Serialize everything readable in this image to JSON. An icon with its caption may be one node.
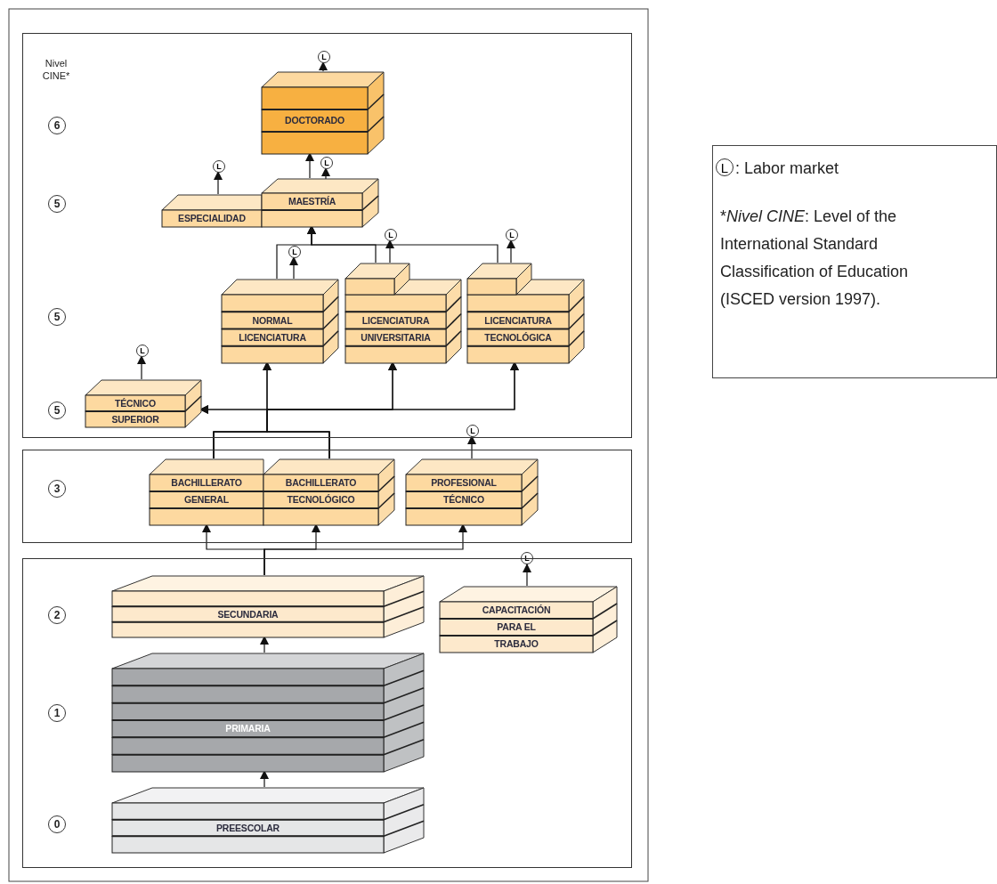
{
  "diagram": {
    "nodes": [
      {
        "text": [],
        "shape": "box"
      },
      {
        "text": [
          "6"
        ],
        "in": 0
      },
      {
        "text": [
          "5"
        ],
        "in": 0
      },
      {
        "text": [
          "5"
        ],
        "in": 0
      },
      {
        "text": [
          "5"
        ],
        "in": 0
      },
      {
        "text": [
          "L"
        ],
        "in": 0
      },
      {
        "text": [
          "DOCTORADO"
        ],
        "in": 0
      },
      {
        "text": [
          "L"
        ],
        "in": 0
      },
      {
        "text": [
          "L"
        ],
        "in": 0
      },
      {
        "text": [
          "ESPECIALIDAD"
        ],
        "in": 0
      },
      {
        "text": [
          "MAESTRÍA"
        ],
        "in": 0
      },
      {
        "text": [
          "L"
        ],
        "in": 0
      },
      {
        "text": [
          "L"
        ],
        "in": 0
      },
      {
        "text": [
          "L"
        ],
        "in": 0
      },
      {
        "text": [
          "NORMAL",
          "LICENCIATURA"
        ],
        "in": 0
      },
      {
        "text": [
          "LICENCIATURA",
          "UNIVERSITARIA"
        ],
        "in": 0
      },
      {
        "text": [
          "LICENCIATURA",
          "TECNOLÓGICA"
        ],
        "in": 0
      },
      {
        "text": [
          "L"
        ],
        "in": 0
      },
      {
        "text": [
          "TÉCNICO",
          "SUPERIOR"
        ],
        "in": 0
      },
      {
        "text": [
          "L"
        ],
        "in": 0
      },
      {
        "text": [],
        "shape": "box"
      },
      {
        "text": [
          "3"
        ],
        "in": 20
      },
      {
        "text": [
          "BACHILLERATO",
          "GENERAL"
        ],
        "in": 20
      },
      {
        "text": [
          "BACHILLERATO",
          "TECNOLÓGICO"
        ],
        "in": 20
      },
      {
        "text": [
          "PROFESIONAL",
          "TÉCNICO"
        ],
        "in": 20
      },
      {
        "text": [
          "L"
        ]
      },
      {
        "text": [],
        "shape": "box"
      },
      {
        "text": [
          "2"
        ],
        "in": 26
      },
      {
        "text": [
          "SECUNDARIA"
        ],
        "in": 26
      },
      {
        "text": [
          "CAPACITACIÓN",
          "PARA EL",
          "TRABAJO"
        ],
        "in": 26
      },
      {
        "text": [
          "1"
        ],
        "in": 26
      },
      {
        "text": [
          "PRIMARIA"
        ],
        "in": 26
      },
      {
        "text": [
          "0"
        ],
        "in": 26
      },
      {
        "text": [
          "PREESCOLAR"
        ],
        "in": 26
      },
      {
        "text": [
          ": Labor market",
          "*",
          "*Nivel CINE*: Level of the International Standard Classification of Education (ISCED version 1997)."
        ]
      },
      {
        "text": [
          "L"
        ],
        "in": 34
      }
    ],
    "edges": [
      {
        "from": 6,
        "to": 5,
        "arrow": "to"
      },
      {
        "from": 10,
        "to": 6,
        "arrow": "to"
      },
      {
        "from": 10,
        "to": 8,
        "arrow": "to"
      },
      {
        "from": 9,
        "to": 7,
        "arrow": "to"
      },
      {
        "from": 14,
        "to": 10,
        "arrow": "to"
      },
      {
        "from": 15,
        "to": 10,
        "arrow": "to"
      },
      {
        "from": 16,
        "to": 10,
        "arrow": "to"
      },
      {
        "from": 14,
        "to": 11,
        "arrow": "to"
      },
      {
        "from": 15,
        "to": 12,
        "arrow": "to"
      },
      {
        "from": 16,
        "to": 13,
        "arrow": "to"
      },
      {
        "from": 18,
        "to": 17,
        "arrow": "to"
      },
      {
        "from": 22,
        "to": 14,
        "arrow": "to"
      },
      {
        "from": 22,
        "to": 15,
        "arrow": "to"
      },
      {
        "from": 22,
        "to": 16,
        "arrow": "to"
      },
      {
        "from": 22,
        "to": 18,
        "arrow": "to"
      },
      {
        "from": 23,
        "to": 14,
        "arrow": "to"
      },
      {
        "from": 23,
        "to": 15,
        "arrow": "to"
      },
      {
        "from": 23,
        "to": 16,
        "arrow": "to"
      },
      {
        "from": 23,
        "to": 18,
        "arrow": "to"
      },
      {
        "from": 24,
        "to": 19,
        "arrow": "to"
      },
      {
        "from": 28,
        "to": 22,
        "arrow": "to"
      },
      {
        "from": 28,
        "to": 23,
        "arrow": "to"
      },
      {
        "from": 28,
        "to": 24,
        "arrow": "to"
      },
      {
        "from": 29,
        "to": 25,
        "arrow": "to"
      },
      {
        "from": 31,
        "to": 28,
        "arrow": "to"
      },
      {
        "from": 33,
        "to": 31,
        "arrow": "to"
      }
    ],
    "labels": [
      "Nivel CINE*"
    ]
  }
}
